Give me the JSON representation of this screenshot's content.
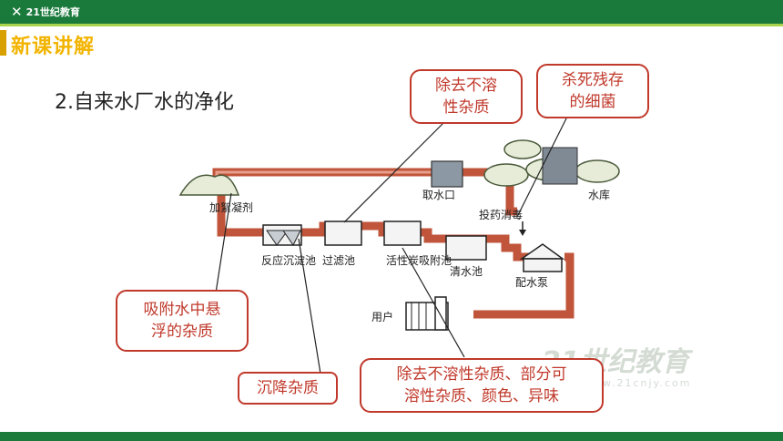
{
  "brand": {
    "logo_text": "21世纪教育",
    "logo_mark": "✕"
  },
  "slide": {
    "section_title": "新课讲解",
    "subheading": "2.自来水厂水的净化"
  },
  "diagram_labels": {
    "intake": "取水口",
    "reservoir": "水库",
    "coagulant": "加絮凝剂",
    "reaction_tank": "反应沉淀池",
    "filter_tank": "过滤池",
    "carbon_tank": "活性炭吸附池",
    "clean_tank": "清水池",
    "dosing": "投药消毒",
    "pump": "配水泵",
    "users": "用户"
  },
  "callouts": {
    "filter": "除去不溶\n性杂质",
    "disinfect": "杀死残存\n的细菌",
    "adsorb": "吸附水中悬\n浮的杂质",
    "settle": "沉降杂质",
    "carbon": "除去不溶性杂质、部分可\n溶性杂质、颜色、异味"
  },
  "watermark": {
    "brand": "21世纪教育",
    "url": "www.21cnjy.com"
  },
  "colors": {
    "pipe": "#c0553b",
    "accent_green": "#1a7a3c",
    "callout_red": "#c0392b",
    "title_gold": "#f2b400"
  }
}
